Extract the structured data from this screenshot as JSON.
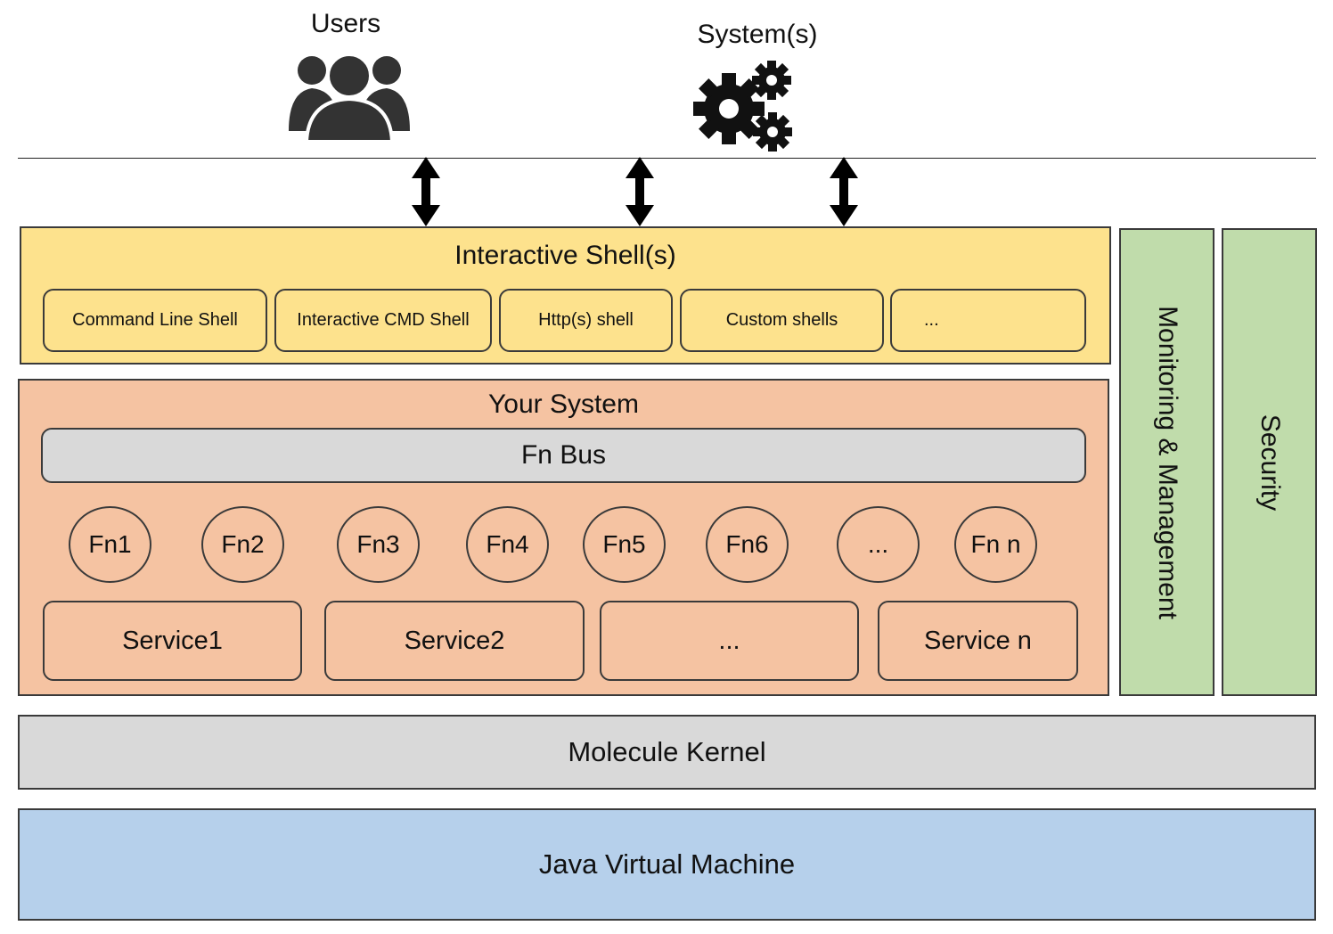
{
  "actors": {
    "users_label": "Users",
    "users_icon": "users-group-icon",
    "systems_label": "System(s)",
    "systems_icon": "gears-icon"
  },
  "shells": {
    "title": "Interactive Shell(s)",
    "items": [
      "Command Line Shell",
      "Interactive CMD Shell",
      "Http(s) shell",
      "Custom shells",
      "..."
    ]
  },
  "system": {
    "title": "Your System",
    "bus": "Fn Bus",
    "functions": [
      "Fn1",
      "Fn2",
      "Fn3",
      "Fn4",
      "Fn5",
      "Fn6",
      "...",
      "Fn n"
    ],
    "services": [
      "Service1",
      "Service2",
      "...",
      "Service n"
    ]
  },
  "side": {
    "monitoring": "Monitoring & Management",
    "security": "Security"
  },
  "kernel": "Molecule Kernel",
  "jvm": "Java Virtual Machine",
  "colors": {
    "shells": "#fde28d",
    "system": "#f5c3a2",
    "bus": "#d9d9d9",
    "side": "#c0dcab",
    "kernel": "#d9d9d9",
    "jvm": "#b6d0eb"
  }
}
